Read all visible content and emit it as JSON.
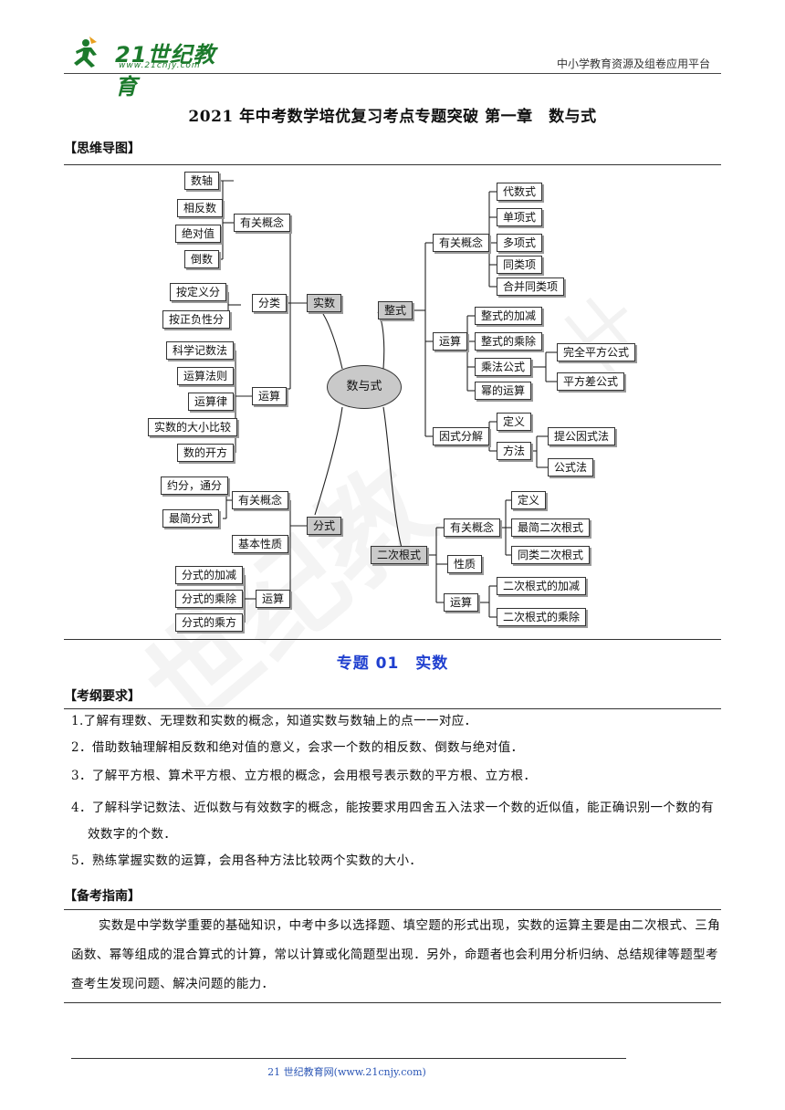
{
  "header": {
    "logo_text": "21世纪教育",
    "logo_sub": "www.21cnjy.com",
    "right_text": "中小学教育资源及组卷应用平台"
  },
  "doc_title": "2021 年中考数学培优复习考点专题突破 第一章　数与式",
  "mindmap_label": "【思维导图】",
  "mindmap": {
    "center": "数与式",
    "shishu": {
      "label": "实数",
      "youguan": {
        "label": "有关概念",
        "items": [
          "数轴",
          "相反数",
          "绝对值",
          "倒数"
        ]
      },
      "fenlei": {
        "label": "分类",
        "items": [
          "按定义分",
          "按正负性分"
        ]
      },
      "yunsuan": {
        "label": "运算",
        "items": [
          "科学记数法",
          "运算法则",
          "运算律",
          "实数的大小比较",
          "数的开方"
        ]
      }
    },
    "fenshi": {
      "label": "分式",
      "youguan": {
        "label": "有关概念",
        "items": [
          "约分，通分",
          "最简分式"
        ]
      },
      "xingzhi": "基本性质",
      "yunsuan": {
        "label": "运算",
        "items": [
          "分式的加减",
          "分式的乘除",
          "分式的乘方"
        ]
      }
    },
    "zhengshi": {
      "label": "整式",
      "youguan": {
        "label": "有关概念",
        "items": [
          "代数式",
          "单项式",
          "多项式",
          "同类项",
          "合并同类项"
        ]
      },
      "yunsuan": {
        "label": "运算",
        "items": [
          "整式的加减",
          "整式的乘除",
          "乘法公式",
          "幂的运算"
        ],
        "chengfa_items": [
          "完全平方公式",
          "平方差公式"
        ]
      },
      "yinshi": {
        "label": "因式分解",
        "items": [
          "定义",
          "方法"
        ],
        "fangfa_items": [
          "提公因式法",
          "公式法"
        ]
      }
    },
    "genshi": {
      "label": "二次根式",
      "youguan": {
        "label": "有关概念",
        "items": [
          "定义",
          "最简二次根式",
          "同类二次根式"
        ]
      },
      "xingzhi": "性质",
      "yunsuan": {
        "label": "运算",
        "items": [
          "二次根式的加减",
          "二次根式的乘除"
        ]
      }
    }
  },
  "topic_title": "专题 01　实数",
  "requirements": {
    "label": "【考纲要求】",
    "items": [
      "1.了解有理数、无理数和实数的概念，知道实数与数轴上的点一一对应．",
      "2．借助数轴理解相反数和绝对值的意义，会求一个数的相反数、倒数与绝对值．",
      "3．了解平方根、算术平方根、立方根的概念，会用根号表示数的平方根、立方根．",
      "4．了解科学记数法、近似数与有效数字的概念，能按要求用四舍五入法求一个数的近似值，能正确识别一个数的有效数字的个数．",
      "5．熟练掌握实数的运算，会用各种方法比较两个实数的大小．"
    ]
  },
  "guide": {
    "label": "【备考指南】",
    "text": "实数是中学数学重要的基础知识，中考中多以选择题、填空题的形式出现，实数的运算主要是由二次根式、三角函数、幂等组成的混合算式的计算，常以计算或化简题型出现．另外，命题者也会利用分析归纳、总结规律等题型考查考生发现问题、解决问题的能力．"
  },
  "footer": "21 世纪教育网(www.21cnjy.com)"
}
